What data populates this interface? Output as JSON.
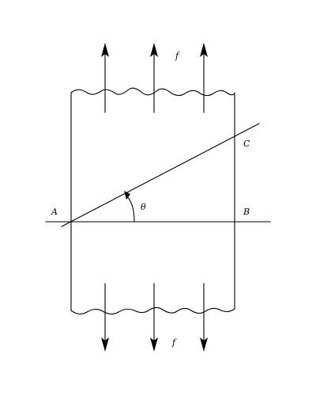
{
  "diagram": {
    "labels": {
      "force_top": "f",
      "force_bottom": "f",
      "point_a": "A",
      "point_b": "B",
      "point_c": "C",
      "angle": "θ"
    },
    "force_arrow_count_top": 3,
    "force_arrow_count_bottom": 3,
    "angle_degrees": 27
  }
}
